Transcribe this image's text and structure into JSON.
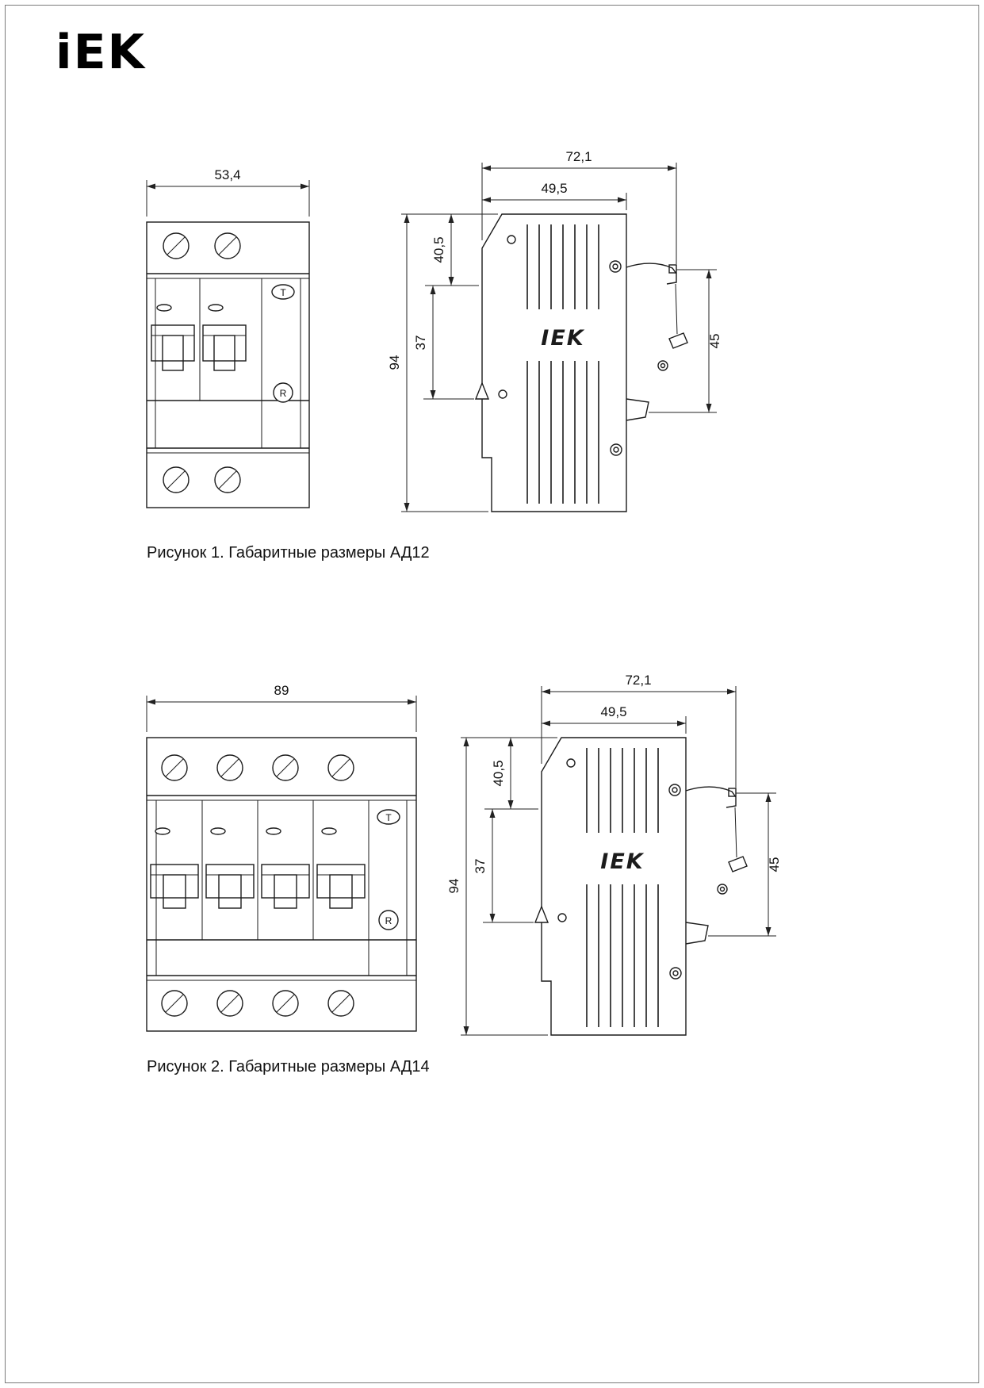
{
  "logo": {
    "text": "iEK"
  },
  "fig1": {
    "caption": "Рисунок 1. Габаритные размеры АД12",
    "front": {
      "width": "53,4",
      "test_label": "T",
      "reset_label": "R"
    },
    "side": {
      "width_total": "72,1",
      "width_body": "49,5",
      "height_total": "94",
      "height_upper": "40,5",
      "height_mid": "37",
      "height_rail": "45",
      "brand": "IEK"
    }
  },
  "fig2": {
    "caption": "Рисунок 2. Габаритные размеры АД14",
    "front": {
      "width": "89",
      "test_label": "T",
      "reset_label": "R"
    },
    "side": {
      "width_total": "72,1",
      "width_body": "49,5",
      "height_total": "94",
      "height_upper": "40,5",
      "height_mid": "37",
      "height_rail": "45",
      "brand": "IEK"
    }
  }
}
